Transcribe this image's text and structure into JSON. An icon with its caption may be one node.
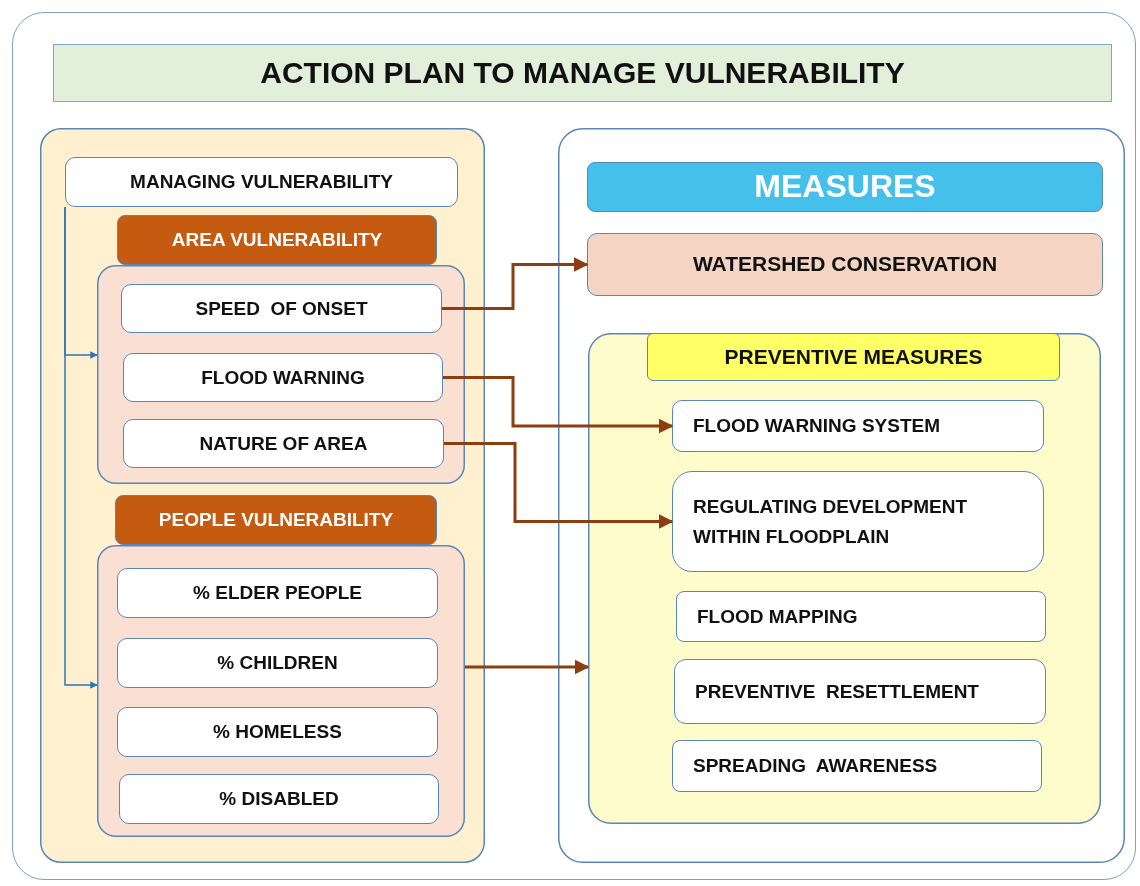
{
  "diagram": {
    "nodes": [
      {
        "text": [
          "ACTION PLAN TO MANAGE VULNERABILITY"
        ]
      },
      {
        "text": [],
        "shape": "box"
      },
      {
        "text": [
          "MANAGING VULNERABILITY"
        ],
        "in": 1
      },
      {
        "text": [],
        "shape": "box",
        "in": 1
      },
      {
        "text": [
          "AREA VULNERABILITY"
        ],
        "in": 1
      },
      {
        "text": [
          "SPEED  OF ONSET"
        ],
        "in": 3
      },
      {
        "text": [
          "FLOOD WARNING"
        ],
        "in": 3
      },
      {
        "text": [
          "NATURE OF AREA"
        ],
        "in": 3
      },
      {
        "text": [],
        "shape": "box",
        "in": 1
      },
      {
        "text": [
          "PEOPLE VULNERABILITY"
        ],
        "in": 1
      },
      {
        "text": [
          "% ELDER PEOPLE"
        ],
        "in": 8
      },
      {
        "text": [
          "% CHILDREN"
        ],
        "in": 8
      },
      {
        "text": [
          "% HOMELESS"
        ],
        "in": 8
      },
      {
        "text": [
          "% DISABLED"
        ],
        "in": 8
      },
      {
        "text": [],
        "shape": "box"
      },
      {
        "text": [
          "MEASURES"
        ],
        "in": 14
      },
      {
        "text": [
          "WATERSHED CONSERVATION"
        ],
        "in": 14
      },
      {
        "text": [],
        "shape": "box",
        "in": 14
      },
      {
        "text": [
          "PREVENTIVE MEASURES"
        ],
        "in": 17
      },
      {
        "text": [
          "FLOOD WARNING SYSTEM"
        ],
        "in": 17
      },
      {
        "text": [
          "REGULATING DEVELOPMENT WITHIN FLOODPLAIN"
        ],
        "in": 17
      },
      {
        "text": [
          "FLOOD MAPPING"
        ],
        "in": 17
      },
      {
        "text": [
          "PREVENTIVE  RESETTLEMENT"
        ],
        "in": 17
      },
      {
        "text": [
          "SPREADING  AWARENESS"
        ],
        "in": 17
      }
    ],
    "edges": [
      {
        "from": 2,
        "to": 3,
        "arrow": "to",
        "color": "#2e75b6"
      },
      {
        "from": 2,
        "to": 8,
        "arrow": "to",
        "color": "#2e75b6"
      },
      {
        "from": 5,
        "to": 16,
        "arrow": "to"
      },
      {
        "from": 6,
        "to": 19,
        "arrow": "to"
      },
      {
        "from": 7,
        "to": 20,
        "arrow": "to"
      },
      {
        "from": 8,
        "to": 17,
        "arrow": "to"
      }
    ]
  }
}
